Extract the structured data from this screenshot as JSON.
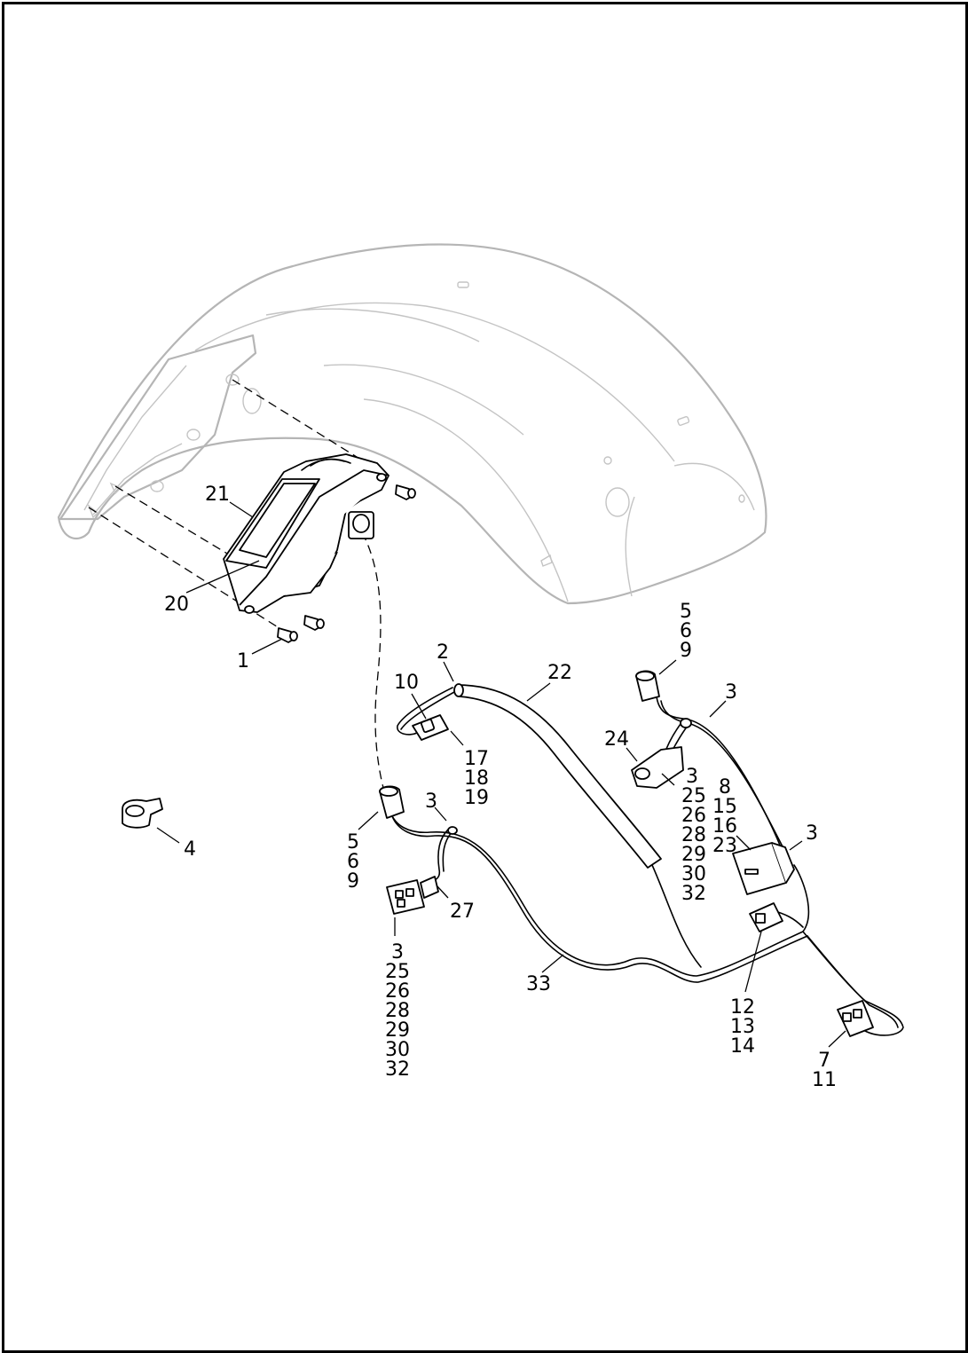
{
  "callouts": [
    {
      "key": "c1",
      "lines": [
        "1"
      ]
    },
    {
      "key": "c2",
      "lines": [
        "2"
      ]
    },
    {
      "key": "c3a",
      "lines": [
        "3"
      ]
    },
    {
      "key": "c3b",
      "lines": [
        "3"
      ]
    },
    {
      "key": "c3c",
      "lines": [
        "3"
      ]
    },
    {
      "key": "c3d",
      "lines": [
        "3",
        "25",
        "26",
        "28",
        "29",
        "30",
        "32"
      ]
    },
    {
      "key": "c3e",
      "lines": [
        "3",
        "25",
        "26",
        "28",
        "29",
        "30",
        "32"
      ]
    },
    {
      "key": "c3f",
      "lines": [
        "3"
      ]
    },
    {
      "key": "c4",
      "lines": [
        "4"
      ]
    },
    {
      "key": "c5a",
      "lines": [
        "5",
        "6",
        "9"
      ]
    },
    {
      "key": "c5b",
      "lines": [
        "5",
        "6",
        "9"
      ]
    },
    {
      "key": "c7",
      "lines": [
        "7",
        "11"
      ]
    },
    {
      "key": "c8",
      "lines": [
        "8",
        "15",
        "16",
        "23"
      ]
    },
    {
      "key": "c10",
      "lines": [
        "10"
      ]
    },
    {
      "key": "c12",
      "lines": [
        "12",
        "13",
        "14"
      ]
    },
    {
      "key": "c17",
      "lines": [
        "17",
        "18",
        "19"
      ]
    },
    {
      "key": "c20",
      "lines": [
        "20"
      ]
    },
    {
      "key": "c21",
      "lines": [
        "21"
      ]
    },
    {
      "key": "c22",
      "lines": [
        "22"
      ]
    },
    {
      "key": "c24",
      "lines": [
        "24"
      ]
    },
    {
      "key": "c27",
      "lines": [
        "27"
      ]
    },
    {
      "key": "c33",
      "lines": [
        "33"
      ]
    }
  ]
}
